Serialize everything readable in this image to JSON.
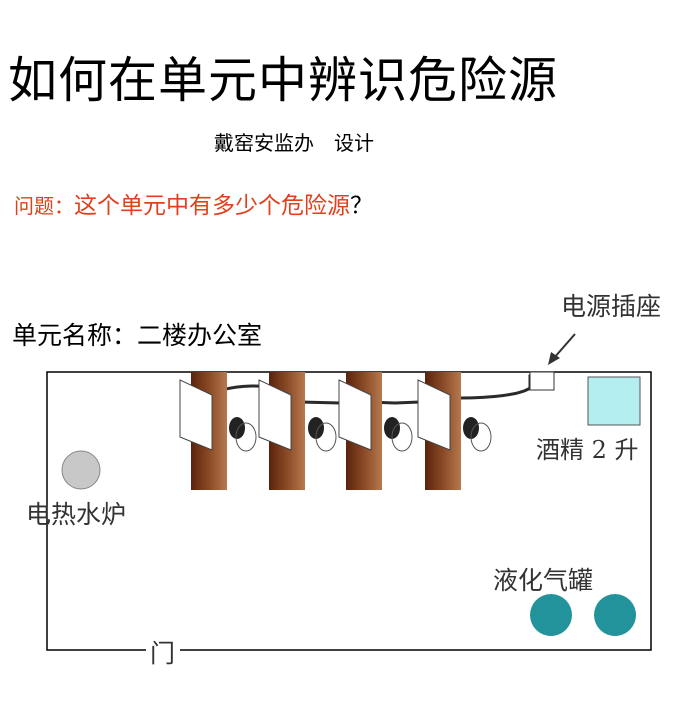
{
  "title": "如何在单元中辨识危险源",
  "designer": "戴窑安监办　设计",
  "question": {
    "prefix": "问题：",
    "text": "这个单元中有多少个危险源",
    "mark": "？"
  },
  "unit_name": "单元名称：二楼办公室",
  "labels": {
    "socket": "电源插座",
    "alcohol": "酒精 2 升",
    "heater": "电热水炉",
    "gas_tanks": "液化气罐",
    "door": "门"
  },
  "colors": {
    "wood": "#7a3a1c",
    "gas_tank": "#22939b",
    "alcohol": "#b4eef0",
    "heater": "#c8c8c8",
    "question": "#e0401c"
  }
}
